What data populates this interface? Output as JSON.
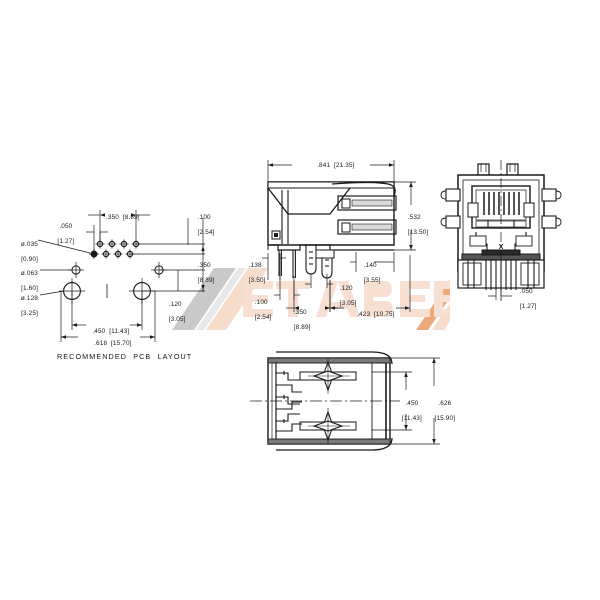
{
  "document": {
    "kind": "engineering-drawing",
    "subject": "RJ45 modular jack connector",
    "background_color": "#ffffff",
    "line_color": "#1a1a1a"
  },
  "watermark": {
    "text": "ETABEE",
    "letter_color": "#f7e0d2",
    "stripe_colors": [
      "#c9c9c9",
      "#e8e8e8",
      "#f6ddcb",
      "#eda97a"
    ]
  },
  "views": {
    "pcb_layout": {
      "caption": "RECOMMENDED  PCB  LAYOUT",
      "labels": [
        {
          "id": "pad-dia-035",
          "line1": "ø.035",
          "line2": "[0.90]"
        },
        {
          "id": "pad-dia-063",
          "line1": "ø.063",
          "line2": "[1.60]"
        },
        {
          "id": "pad-dia-128",
          "line1": "ø.128",
          "line2": "[3.25]"
        },
        {
          "id": "pitch-050",
          "line1": ".050",
          "line2": "[1.27]"
        },
        {
          "id": "span-350",
          "line1": ".350  [8.89]"
        },
        {
          "id": "offset-100",
          "line1": ".100",
          "line2": "[2.54]"
        },
        {
          "id": "offset-350",
          "line1": ".350",
          "line2": "[8.89]"
        },
        {
          "id": "offset-120",
          "line1": ".120",
          "line2": "[3.05]"
        },
        {
          "id": "width-450",
          "line1": ".450  [11.43]"
        },
        {
          "id": "width-618",
          "line1": ".618  [15.70]"
        }
      ]
    },
    "side_view": {
      "labels": [
        {
          "id": "length-841",
          "line1": ".841  [21.35]"
        },
        {
          "id": "height-532",
          "line1": ".532",
          "line2": "[13.50]"
        },
        {
          "id": "lead-138",
          "line1": ".138",
          "line2": "[3.50]"
        },
        {
          "id": "lead-100",
          "line1": ".100",
          "line2": "[2.54]"
        },
        {
          "id": "lead-350",
          "line1": ".350",
          "line2": "[8.89]"
        },
        {
          "id": "lead-120",
          "line1": ".120",
          "line2": "[3.05]"
        },
        {
          "id": "lead-140",
          "line1": ".140",
          "line2": "[3.55]"
        },
        {
          "id": "lead-423",
          "line1": ".423  [10.75]"
        }
      ]
    },
    "front_view": {
      "center_mark": "X",
      "contact_count": 8,
      "labels": [
        {
          "id": "pitch-050",
          "line1": ".050",
          "line2": "[1.27]"
        }
      ]
    },
    "bottom_view": {
      "labels": [
        {
          "id": "width-450",
          "line1": ".450",
          "line2": "[11.43]"
        },
        {
          "id": "width-626",
          "line1": ".626",
          "line2": "[15.90]"
        }
      ]
    }
  }
}
